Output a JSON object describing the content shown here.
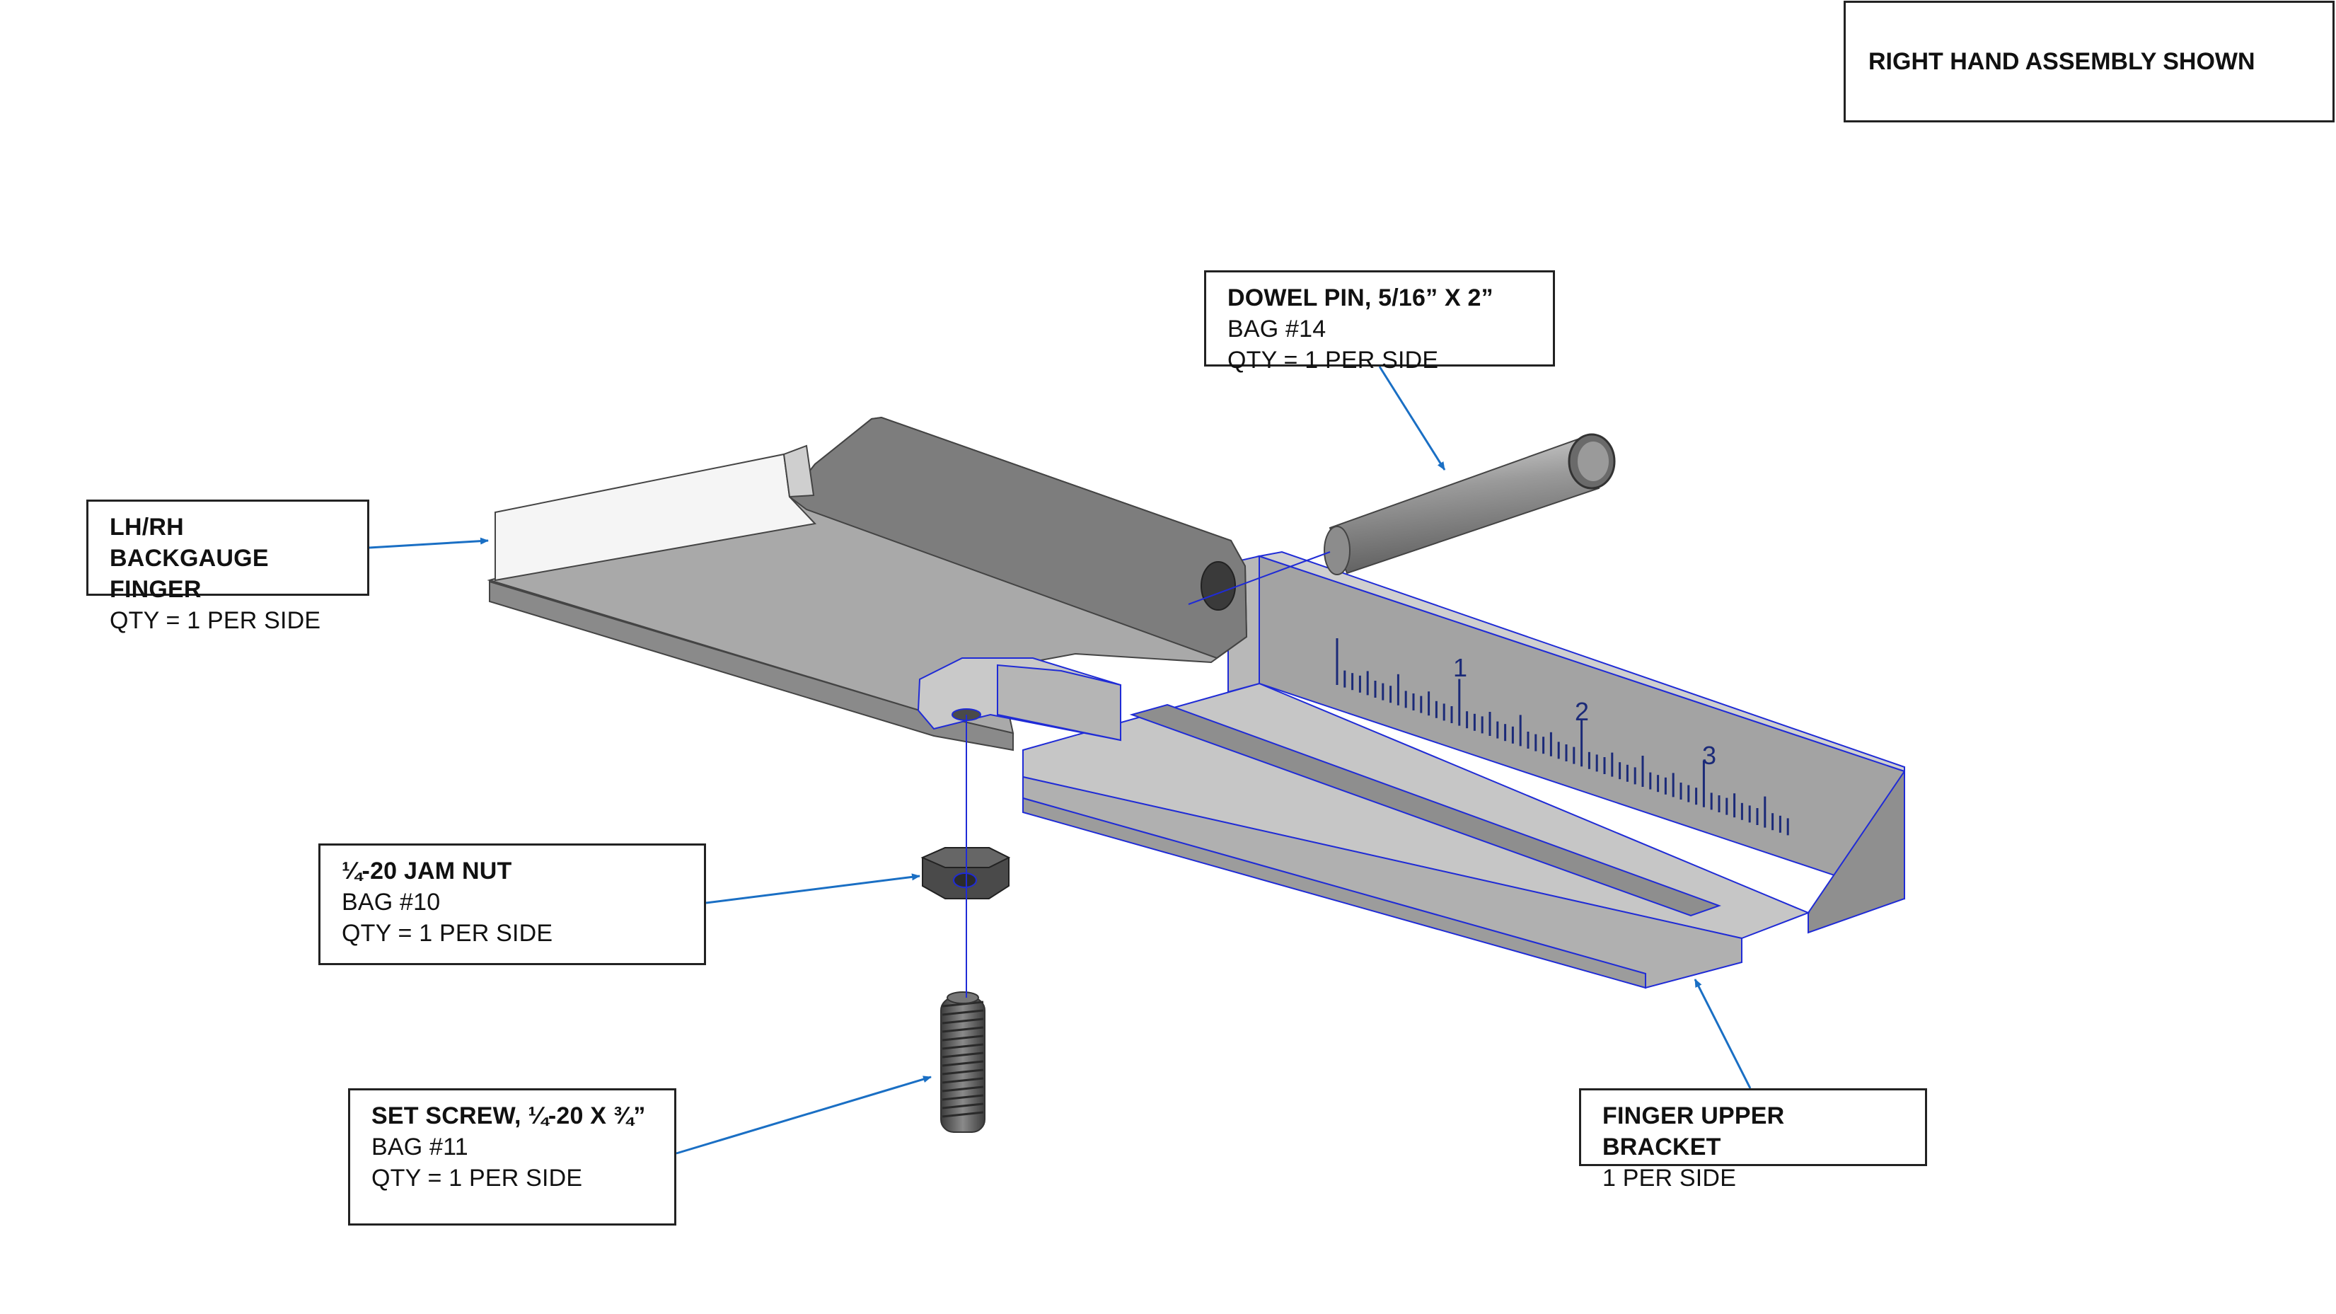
{
  "banner": {
    "text": "RIGHT HAND ASSEMBLY SHOWN"
  },
  "callouts": {
    "dowel": {
      "title": "DOWEL PIN, 5/16” X 2”",
      "lines": [
        "BAG #14",
        "QTY = 1 PER SIDE"
      ]
    },
    "finger": {
      "title": "LH/RH BACKGAUGE FINGER",
      "lines": [
        "QTY = 1 PER SIDE"
      ]
    },
    "jam": {
      "title": "¼-20 JAM NUT",
      "lines": [
        "BAG #10",
        "QTY = 1 PER SIDE"
      ]
    },
    "set": {
      "title": "SET SCREW, ¼-20 X ¾”",
      "lines": [
        "BAG #11",
        "QTY = 1 PER SIDE"
      ]
    },
    "bracket": {
      "title": "FINGER UPPER BRACKET",
      "lines": [
        "1 PER SIDE"
      ]
    }
  },
  "scale": {
    "labels": [
      "1",
      "2",
      "3"
    ]
  },
  "colors": {
    "arrow": "#1a6fc4",
    "edge": "#1f2bd6",
    "scale": "#1b2a78",
    "finger_top": "#b3b3b3",
    "finger_side": "#8a8a8a",
    "finger_face": "#f4f4f4",
    "bracket_top": "#c4c4c4",
    "bracket_front": "#a9a9a9",
    "bracket_side": "#9a9a9a",
    "hardware": "#5a5a5a"
  }
}
